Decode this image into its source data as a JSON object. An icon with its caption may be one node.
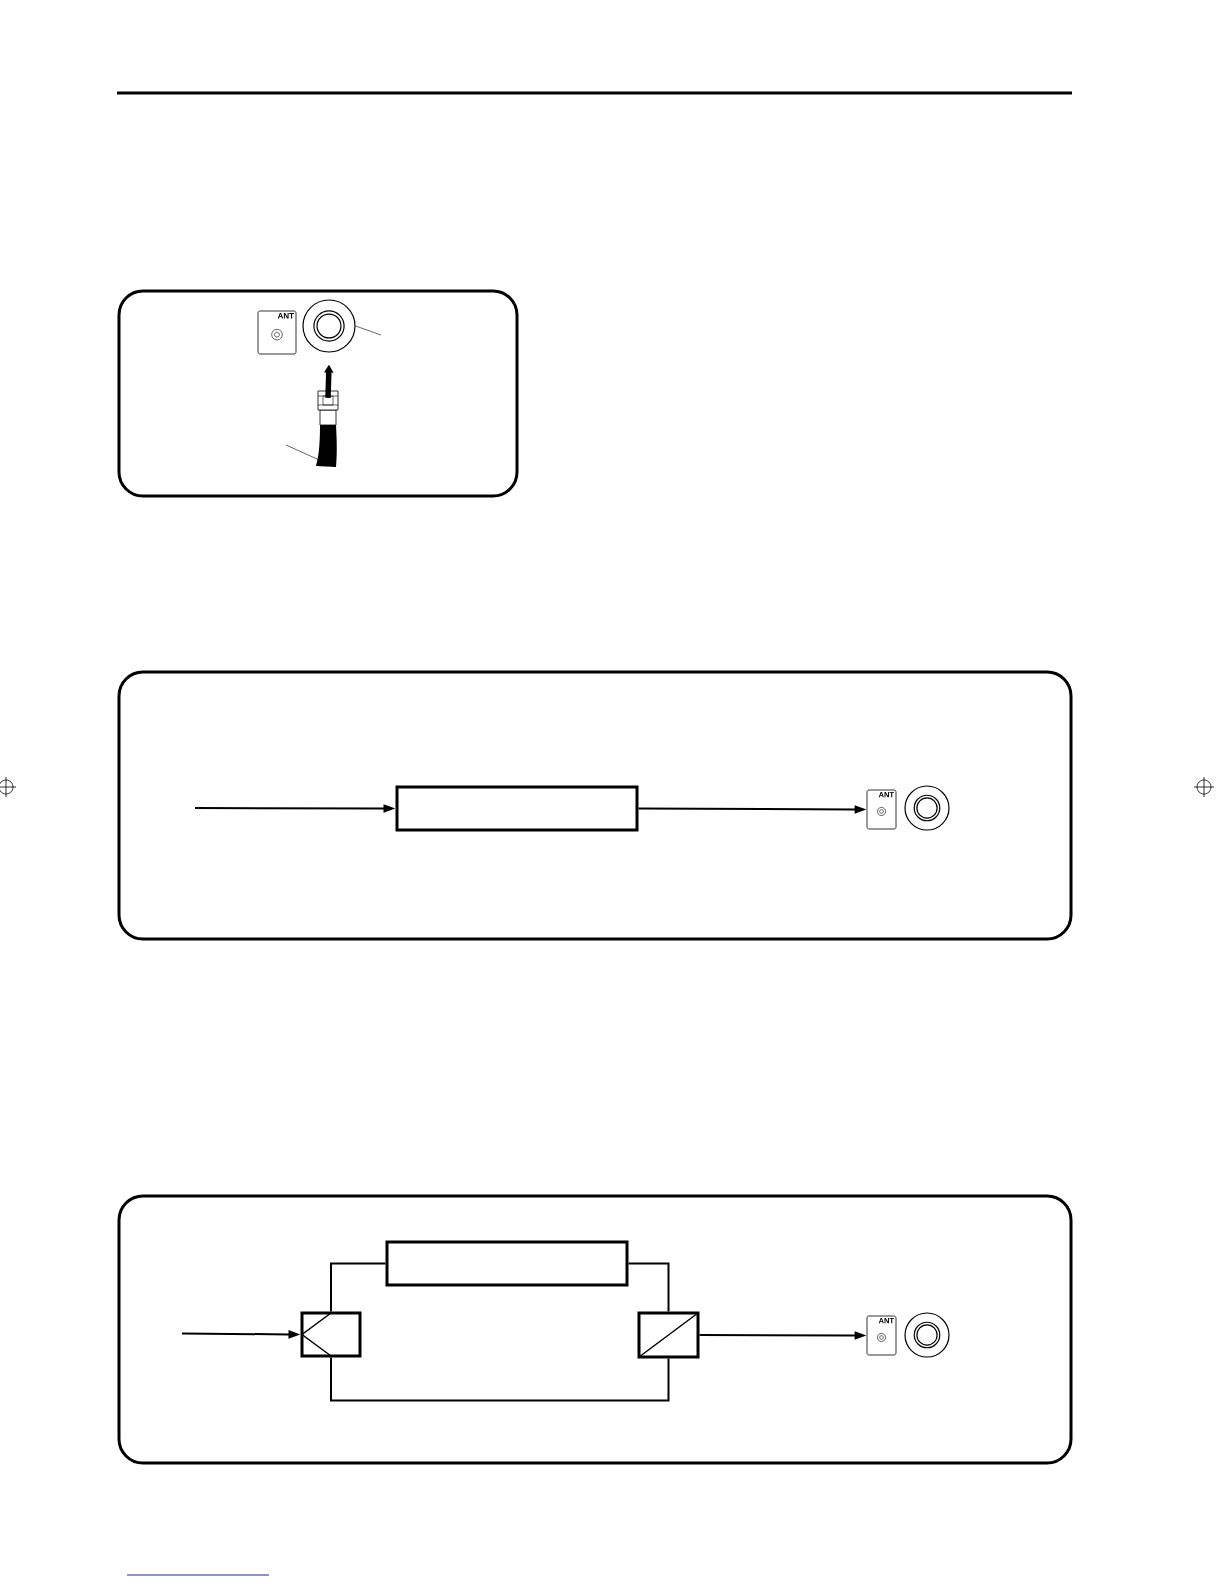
{
  "diagram": {
    "nodes": [
      {
        "text": [
          "ANT"
        ]
      },
      {
        "text": [],
        "shape": "circle"
      },
      {
        "text": [],
        "shape": "picture"
      },
      {
        "text": [],
        "shape": "box"
      },
      {
        "text": [
          "ANT"
        ]
      },
      {
        "text": [],
        "shape": "circle"
      },
      {
        "text": [],
        "shape": "box"
      },
      {
        "text": [],
        "shape": "box"
      },
      {
        "text": [],
        "shape": "box"
      },
      {
        "text": [
          "ANT"
        ]
      },
      {
        "text": [],
        "shape": "circle"
      }
    ],
    "edges": [
      {
        "from": 2,
        "to": 1,
        "arrow": "to",
        "style": "thick"
      },
      {
        "from": null,
        "to": 3,
        "arrow": "to"
      },
      {
        "from": 3,
        "to": 4,
        "arrow": "to"
      },
      {
        "from": null,
        "to": 7,
        "arrow": "to"
      },
      {
        "from": 7,
        "to": 6,
        "arrow": "none"
      },
      {
        "from": 6,
        "to": 8,
        "arrow": "none"
      },
      {
        "from": 7,
        "to": 8,
        "arrow": "none"
      },
      {
        "from": 8,
        "to": 9,
        "arrow": "to"
      },
      {
        "from": 1,
        "to": null,
        "arrow": "none"
      },
      {
        "from": 2,
        "to": null,
        "arrow": "none"
      }
    ]
  }
}
